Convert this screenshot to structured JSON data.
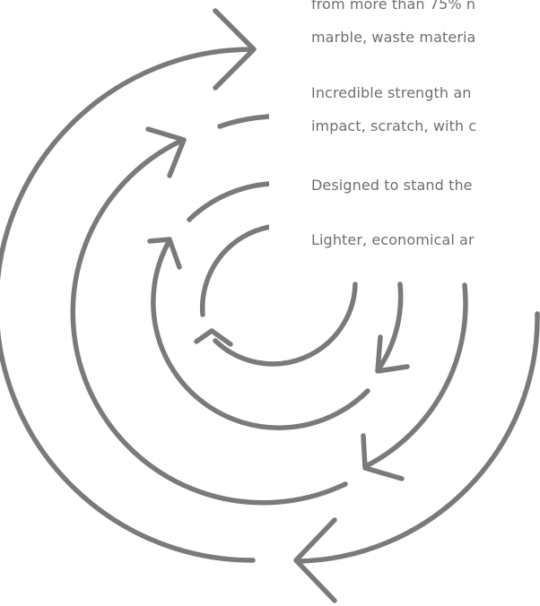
{
  "text_lines": [
    "from more than 75% n",
    "marble, waste materia",
    "Incredible strength an",
    "impact, scratch, with c",
    "Designed to stand the",
    "Lighter, economical ar"
  ],
  "colors": {
    "arrows": "#7a7a7a",
    "text": "#6f6f6f",
    "background": "#ffffff"
  },
  "icons": {
    "graphic": "concentric-circular-arrows-icon"
  }
}
